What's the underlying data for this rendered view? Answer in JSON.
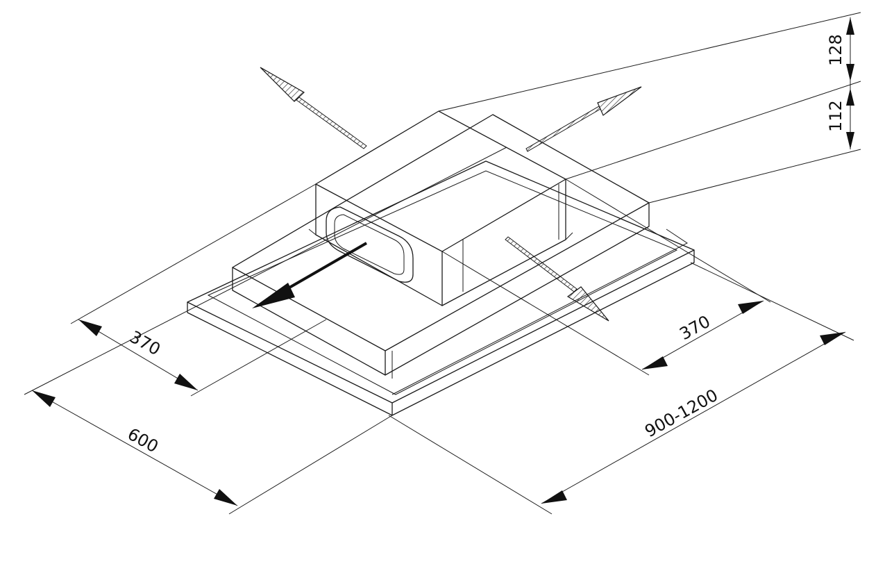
{
  "drawing": {
    "dimensions": {
      "depth_outer": "600",
      "depth_inner": "370",
      "width_outer": "900-1200",
      "width_inner": "370",
      "height_upper": "128",
      "height_lower": "112"
    }
  },
  "colors": {
    "line": "#1a1a1a",
    "background": "#ffffff"
  }
}
